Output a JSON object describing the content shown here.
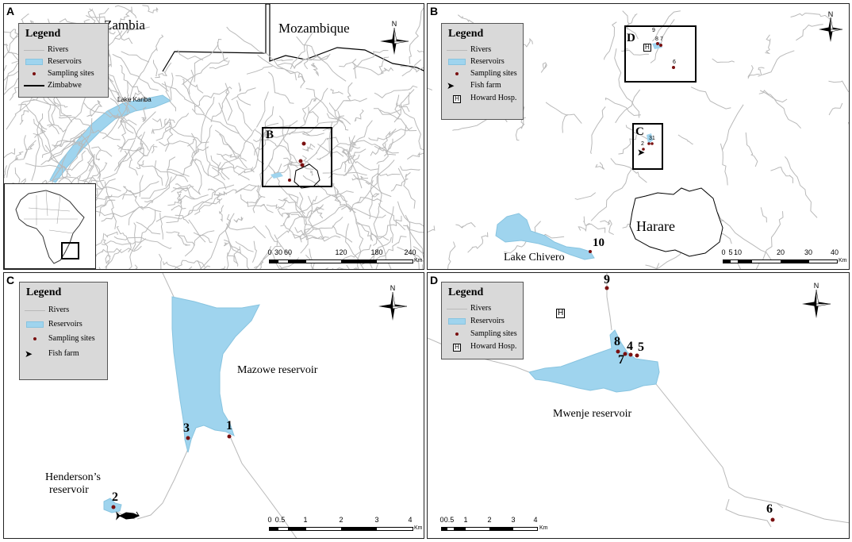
{
  "panels": {
    "A": {
      "label": "A",
      "country_labels": [
        "Zambia",
        "Mozambique"
      ],
      "lake_label": "Lake Kariba",
      "inset_frame_label": "B",
      "legend": {
        "title": "Legend",
        "items": [
          "Rivers",
          "Reservoirs",
          "Sampling sites",
          "Zimbabwe"
        ]
      },
      "scale": {
        "ticks": [
          "0",
          "30",
          "60",
          "120",
          "180",
          "240"
        ],
        "unit": "Km"
      },
      "north": "N"
    },
    "B": {
      "label": "B",
      "legend": {
        "title": "Legend",
        "items": [
          "Rivers",
          "Reservoirs",
          "Sampling sites",
          "Fish farm",
          "Howard Hosp."
        ]
      },
      "city_label": "Harare",
      "lake_label": "Lake Chivero",
      "site_label": "10",
      "frame_D": "D",
      "frame_C": "C",
      "small_labels": [
        "9",
        "8",
        "7",
        "6",
        "31",
        "2"
      ],
      "hospital_symbol": "H",
      "scale": {
        "ticks": [
          "0",
          "5",
          "10",
          "20",
          "30",
          "40"
        ],
        "unit": "Km"
      },
      "north": "N"
    },
    "C": {
      "label": "C",
      "legend": {
        "title": "Legend",
        "items": [
          "Rivers",
          "Reservoirs",
          "Sampling sites",
          "Fish farm"
        ]
      },
      "reservoir_label_1": "Mazowe reservoir",
      "reservoir_label_2_line1": "Henderson’s",
      "reservoir_label_2_line2": "reservoir",
      "sites": [
        "1",
        "2",
        "3"
      ],
      "scale": {
        "ticks": [
          "0",
          "0.5",
          "1",
          "2",
          "3",
          "4"
        ],
        "unit": "Km"
      },
      "north": "N"
    },
    "D": {
      "label": "D",
      "legend": {
        "title": "Legend",
        "items": [
          "Rivers",
          "Reservoirs",
          "Sampling sites",
          "Howard Hosp."
        ]
      },
      "reservoir_label": "Mwenje reservoir",
      "sites": [
        "9",
        "8",
        "4",
        "5",
        "7",
        "6"
      ],
      "hospital_symbol": "H",
      "scale": {
        "ticks": [
          "0",
          "0.5",
          "1",
          "2",
          "3",
          "4"
        ],
        "unit": "Km"
      },
      "north": "N"
    }
  },
  "colors": {
    "river": "#b9b9b9",
    "reservoir": "#9fd4ee",
    "site": "#7a1010",
    "border": "#000000",
    "legend_bg": "#d9d9d9"
  }
}
